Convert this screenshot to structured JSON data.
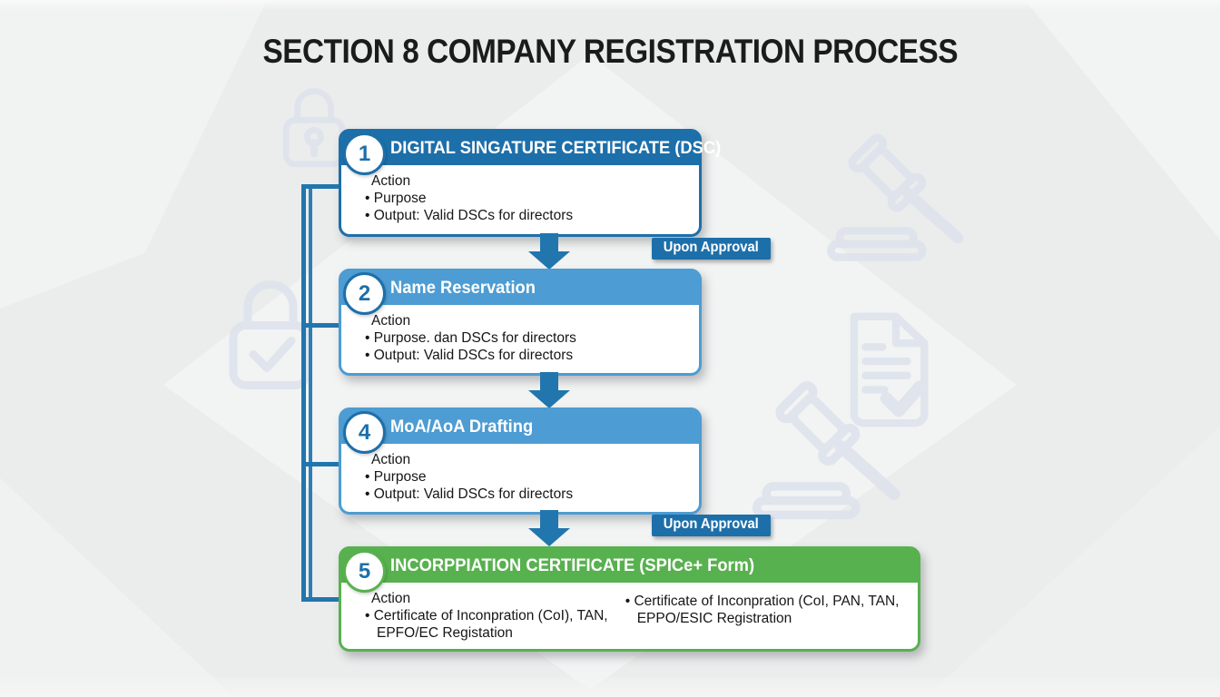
{
  "title": "SECTION 8 COMPANY REGISTRATION PROCESS",
  "colors": {
    "dark_blue": "#1d6fa9",
    "light_blue": "#4d9cd3",
    "green": "#58b14f",
    "connector_blue": "#2176ae",
    "background": "#ebecec"
  },
  "steps": [
    {
      "number": "1",
      "title": "DIGITAL SINGATURE CERTIFICATE (DSC)",
      "action_label": "Action",
      "bullets": [
        "Purpose",
        "Output: Valid DSCs for directors"
      ]
    },
    {
      "number": "2",
      "title": "Name Reservation",
      "action_label": "Action",
      "bullets": [
        "Purpose. dan DSCs for directors",
        "Output: Valid DSCs for directors"
      ]
    },
    {
      "number": "4",
      "title": "MoA/AoA Drafting",
      "action_label": "Action",
      "bullets": [
        "Purpose",
        "Output: Valid DSCs for directors"
      ]
    },
    {
      "number": "5",
      "title": "INCORPPIATION CERTIFICATE (SPICe+ Form)",
      "action_label": "Action",
      "bullets": [
        "Certificate of Inconpration (CoI), TAN, EPFO/EC Registation"
      ],
      "bullets_right": [
        "Certificate of Inconpration (CoI, PAN, TAN, EPPO/ESIC Registration"
      ]
    }
  ],
  "connector_badges": [
    {
      "label": "Upon Approval"
    },
    {
      "label": "Upon Approval"
    }
  ],
  "icons": {
    "background": [
      "padlock-icon",
      "gavel-icon",
      "padlock-check-icon",
      "document-check-icon",
      "gavel-icon"
    ],
    "flow": "down-arrow-icon"
  }
}
